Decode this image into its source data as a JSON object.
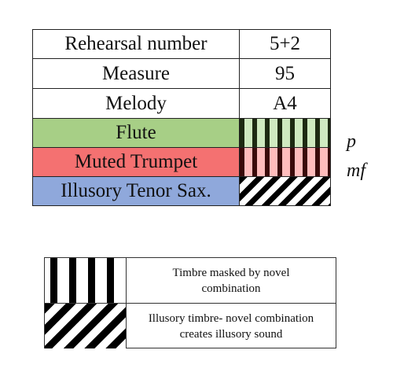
{
  "table": {
    "rows": [
      {
        "label": "Rehearsal number",
        "value": "5+2"
      },
      {
        "label": "Measure",
        "value": "95"
      },
      {
        "label": "Melody",
        "value": "A4"
      }
    ],
    "instruments": [
      {
        "label": "Flute",
        "color": "#a7cf86",
        "dynamic": "p",
        "pattern": "vertical-stripes-green"
      },
      {
        "label": "Muted Trumpet",
        "color": "#f47171",
        "dynamic": "mf",
        "pattern": "vertical-stripes-red"
      },
      {
        "label": "Illusory Tenor Sax.",
        "color": "#8fa8db",
        "dynamic": "",
        "pattern": "diagonal-stripes"
      }
    ]
  },
  "legend": {
    "items": [
      {
        "pattern": "vertical-stripes",
        "line1": "Timbre masked by novel",
        "line2": "combination"
      },
      {
        "pattern": "diagonal-stripes",
        "line1": "Illusory timbre- novel combination",
        "line2": "creates illusory sound"
      }
    ]
  }
}
